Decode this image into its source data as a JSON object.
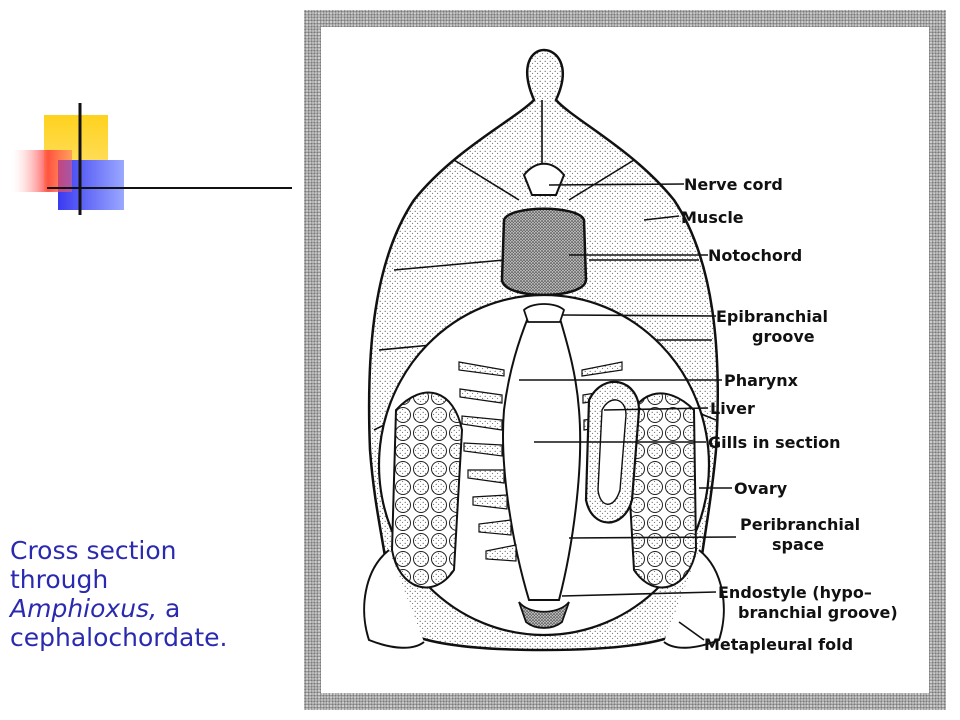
{
  "caption": {
    "line1": "Cross section",
    "line2": "through",
    "line3_italic": "Amphioxus,",
    "line3_rest": " a",
    "line4": "cephalochordate."
  },
  "labels": {
    "nerve_cord": "Nerve cord",
    "muscle": "Muscle",
    "notochord": "Notochord",
    "epibranchial_1": "Epibranchial",
    "epibranchial_2": "groove",
    "pharynx": "Pharynx",
    "liver": "Liver",
    "gills": "Gills in section",
    "ovary": "Ovary",
    "peribranchial_1": "Peribranchial",
    "peribranchial_2": "space",
    "endostyle_1": "Endostyle (hypo–",
    "endostyle_2": "branchial groove)",
    "metapleural": "Metapleural  fold"
  },
  "colors": {
    "caption_text": "#2a2ab0",
    "logo_yellow": "#ffd21e",
    "logo_red": "#ff3b3b",
    "logo_blue": "#3a3af0",
    "frame_gray": "#b8b8b8"
  }
}
